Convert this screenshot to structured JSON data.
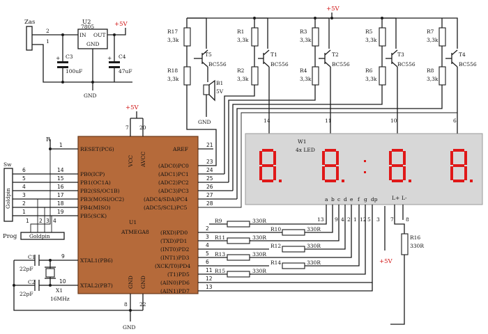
{
  "top_left": {
    "connector": "Zas",
    "pin_2": "2",
    "pin_1": "1",
    "regulator_ref": "U2",
    "regulator_part": "7805",
    "reg_in": "IN",
    "reg_out": "OUT",
    "reg_gnd": "GND",
    "supply": "+5V",
    "c3_ref": "C3",
    "c3_val": "100uF",
    "c4_ref": "C4",
    "c4_val": "47uF",
    "gnd": "GND",
    "plus": "+"
  },
  "transistors": {
    "r17": "R17",
    "r17v": "3,3k",
    "r18": "R18",
    "r18v": "3,3k",
    "t5": "T5",
    "t5v": "BC556",
    "b1": "B1",
    "b1v": "5V",
    "gnd": "GND",
    "r1": "R1",
    "r1v": "3,3k",
    "r2": "R2",
    "r2v": "3,3k",
    "t1": "T1",
    "t1v": "BC556",
    "r3": "R3",
    "r3v": "3,3k",
    "r4": "R4",
    "r4v": "3,3k",
    "t2": "T2",
    "t2v": "BC556",
    "r5": "R5",
    "r5v": "3,3k",
    "r6": "R6",
    "r6v": "3,3k",
    "t3": "T3",
    "t3v": "BC556",
    "r7": "R7",
    "r7v": "3,3k",
    "r8": "R8",
    "r8v": "3,3k",
    "t4": "T4",
    "t4v": "BC556",
    "supply": "+5V",
    "pin14": "14",
    "pin11": "11",
    "pin10": "10",
    "pin6": "6"
  },
  "display": {
    "ref": "W1",
    "name": "4x LED",
    "digits": [
      "8.",
      "8.",
      "8.",
      "8."
    ],
    "pins": [
      "a",
      "b",
      "c",
      "d",
      "e",
      "f",
      "g",
      "dp",
      "L+",
      "L-"
    ],
    "pin_nums": [
      "13",
      "9",
      "4",
      "2",
      "1",
      "12",
      "5",
      "3",
      "7",
      "8"
    ]
  },
  "mcu": {
    "ref": "U1",
    "part": "ATMEGA8",
    "supply": "+5V",
    "vcc": "VCC",
    "avcc": "AVCC",
    "aref": "AREF",
    "gnd1": "GND",
    "gnd2": "GND",
    "pin7": "7",
    "pin20": "20",
    "pin8": "8",
    "pin22": "22",
    "left": [
      {
        "num": "1",
        "name": "RESET(PC6)"
      },
      {
        "num": "14",
        "name": "PB0(ICP)"
      },
      {
        "num": "15",
        "name": "PB1(OC1A)"
      },
      {
        "num": "16",
        "name": "PB2(SS/OC1B)"
      },
      {
        "num": "17",
        "name": "PB3(MOSI/OC2)"
      },
      {
        "num": "18",
        "name": "PB4(MISO)"
      },
      {
        "num": "19",
        "name": "PB5(SCK)"
      },
      {
        "num": "9",
        "name": "XTAL1(PB6)"
      },
      {
        "num": "10",
        "name": "XTAL2(PB7)"
      }
    ],
    "right": [
      {
        "num": "21",
        "name": "AREF"
      },
      {
        "num": "23",
        "name": "(ADC0)PC0"
      },
      {
        "num": "24",
        "name": "(ADC1)PC1"
      },
      {
        "num": "25",
        "name": "(ADC2)PC2"
      },
      {
        "num": "26",
        "name": "(ADC3)PC3"
      },
      {
        "num": "27",
        "name": "(ADC4/SDA)PC4"
      },
      {
        "num": "28",
        "name": "(ADC5/SCL)PC5"
      },
      {
        "num": "2",
        "name": "(RXD)PD0"
      },
      {
        "num": "3",
        "name": "(TXD)PD1"
      },
      {
        "num": "4",
        "name": "(INT0)PD2"
      },
      {
        "num": "5",
        "name": "(INT1)PD3"
      },
      {
        "num": "6",
        "name": "(XCK/T0)PD4"
      },
      {
        "num": "11",
        "name": "(T1)PD5"
      },
      {
        "num": "12",
        "name": "(AIN0)PD6"
      },
      {
        "num": "13",
        "name": "(AIN1)PD7"
      }
    ]
  },
  "left_side": {
    "r": "R",
    "sw": "Sw",
    "goldpin_v": "Goldpin",
    "goldpin_h": "Goldpin",
    "prog": "Prog",
    "sw_pins": [
      "6",
      "5",
      "4",
      "3",
      "2",
      "1"
    ],
    "prog_pins": [
      "1",
      "2",
      "3",
      "4"
    ],
    "c1": "C1",
    "c1v": "22pF",
    "c2": "C2",
    "c2v": "22pF",
    "x1": "X1",
    "x1v": "16MHz",
    "gnd": "GND"
  },
  "resistors": [
    {
      "ref": "R9",
      "val": "330R"
    },
    {
      "ref": "R10",
      "val": "330R"
    },
    {
      "ref": "R11",
      "val": "330R"
    },
    {
      "ref": "R12",
      "val": "330R"
    },
    {
      "ref": "R13",
      "val": "330R"
    },
    {
      "ref": "R14",
      "val": "330R"
    },
    {
      "ref": "R15",
      "val": "330R"
    }
  ],
  "r16": {
    "ref": "R16",
    "val": "330R",
    "supply": "+5V"
  }
}
